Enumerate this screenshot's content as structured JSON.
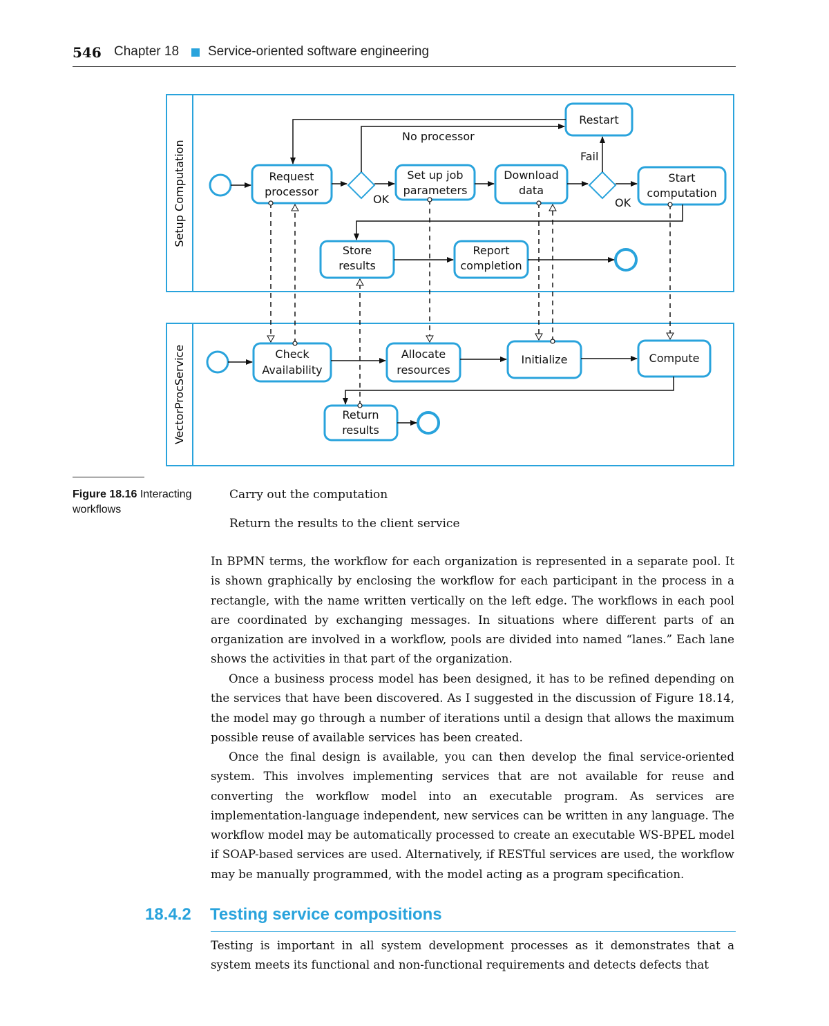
{
  "header": {
    "page_number": "546",
    "chapter": "Chapter 18",
    "chapter_title": "Service-oriented software engineering"
  },
  "diagram": {
    "pools": [
      {
        "label": "Setup Computation"
      },
      {
        "label": "VectorProcService"
      }
    ],
    "tasks": {
      "request_processor": [
        "Request",
        "processor"
      ],
      "setup_job": [
        "Set up job",
        "parameters"
      ],
      "download_data": [
        "Download",
        "data"
      ],
      "start_computation": [
        "Start",
        "computation"
      ],
      "restart": [
        "Restart"
      ],
      "store_results": [
        "Store",
        "results"
      ],
      "report_completion": [
        "Report",
        "completion"
      ],
      "check_availability": [
        "Check",
        "Availability"
      ],
      "allocate_resources": [
        "Allocate",
        "resources"
      ],
      "initialize": [
        "Initialize"
      ],
      "compute": [
        "Compute"
      ],
      "return_results": [
        "Return",
        "results"
      ]
    },
    "edge_labels": {
      "no_processor": "No processor",
      "ok_1": "OK",
      "ok_2": "OK",
      "fail": "Fail"
    },
    "colors": {
      "accent": "#29a3dc"
    }
  },
  "figure": {
    "number": "Figure 18.16",
    "caption": "Interacting workflows",
    "line1": "Carry out the computation",
    "line2": "Return the results to the client service"
  },
  "body": {
    "p1": "In BPMN terms, the workflow for each organization is represented in a separate pool. It is shown graphically by enclosing the workflow for each participant in the process in a rectangle, with the name written vertically on the left edge. The workflows in each pool are coordinated by exchanging messages. In situations where different parts of an organization are involved in a workflow, pools are divided into named “lanes.” Each lane shows the activities in that part of the organization.",
    "p2": "Once a business process model has been designed, it has to be refined depending on the services that have been discovered. As I suggested in the discussion of Figure 18.14, the model may go through a number of iterations until a design that allows the maximum possible reuse of available services has been created.",
    "p3": "Once the final design is available, you can then develop the final service-oriented system. This involves implementing services that are not available for reuse and converting the workflow model into an executable program. As services are implementation-language independent, new services can be written in any language. The workflow model may be automatically processed to create an executable WS-BPEL model if SOAP-based services are used. Alternatively, if RESTful services are used, the workflow may be manually programmed, with the model acting as a program specification.",
    "section_number": "18.4.2",
    "section_title": "Testing service compositions",
    "p4": "Testing is important in all system development processes as it demonstrates that a system meets its functional and non-functional requirements and detects defects that"
  }
}
